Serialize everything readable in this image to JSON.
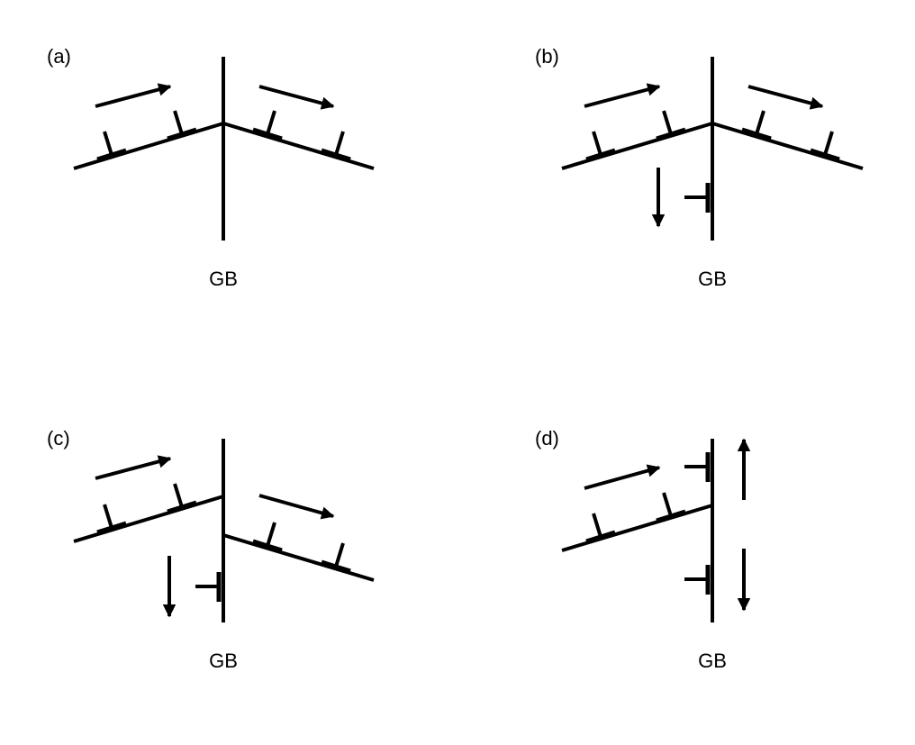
{
  "colors": {
    "ink": "#000000",
    "background": "#ffffff"
  },
  "panels": [
    {
      "id": "a",
      "label": "(a)",
      "caption": "GB"
    },
    {
      "id": "b",
      "label": "(b)",
      "caption": "GB"
    },
    {
      "id": "c",
      "label": "(c)",
      "caption": "GB"
    },
    {
      "id": "d",
      "label": "(d)",
      "caption": "GB"
    }
  ]
}
